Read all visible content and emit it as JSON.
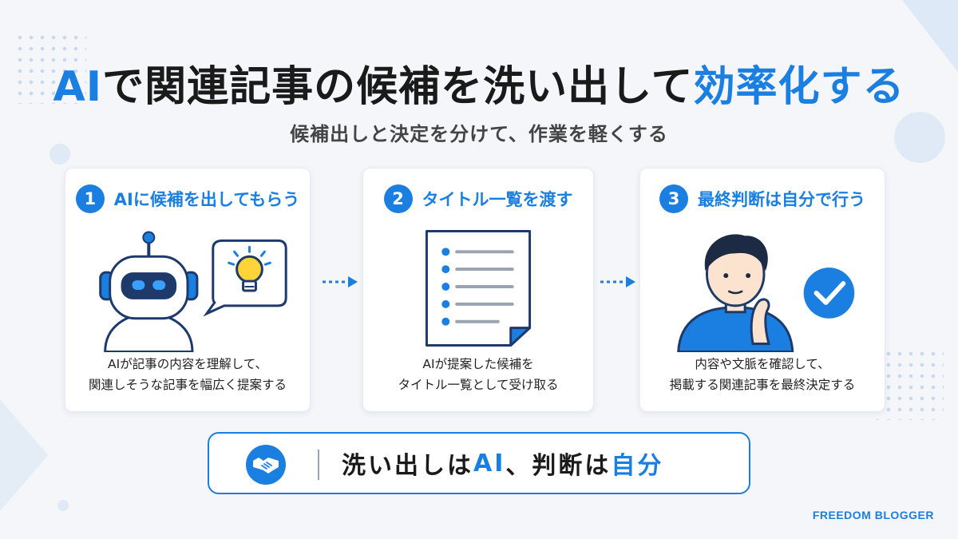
{
  "title": {
    "part1": "AI",
    "part2": "で関連記事の候補を洗い出して",
    "part3": "効率化する"
  },
  "subtitle": "候補出しと決定を分けて、作業を軽くする",
  "steps": [
    {
      "number": "1",
      "title": "AIに候補を出してもらう",
      "desc_line1": "AIが記事の内容を理解して、",
      "desc_line2": "関連しそうな記事を幅広く提案する",
      "icons": [
        "robot-icon",
        "lightbulb-icon"
      ]
    },
    {
      "number": "2",
      "title": "タイトル一覧を渡す",
      "desc_line1": "AIが提案した候補を",
      "desc_line2": "タイトル一覧として受け取る",
      "icons": [
        "document-list-icon"
      ]
    },
    {
      "number": "3",
      "title": "最終判断は自分で行う",
      "desc_line1": "内容や文脈を確認して、",
      "desc_line2": "掲載する関連記事を最終決定する",
      "icons": [
        "thinking-person-icon",
        "check-circle-icon"
      ]
    }
  ],
  "banner": {
    "part1": "洗い出しは",
    "part2": "AI",
    "part3": "、判断は",
    "part4": "自分",
    "icon": "handshake-icon"
  },
  "brand": "FREEDOM BLOGGER",
  "colors": {
    "accent": "#1a7fe0",
    "background": "#f4f6f9",
    "text": "#1a1a1a"
  }
}
